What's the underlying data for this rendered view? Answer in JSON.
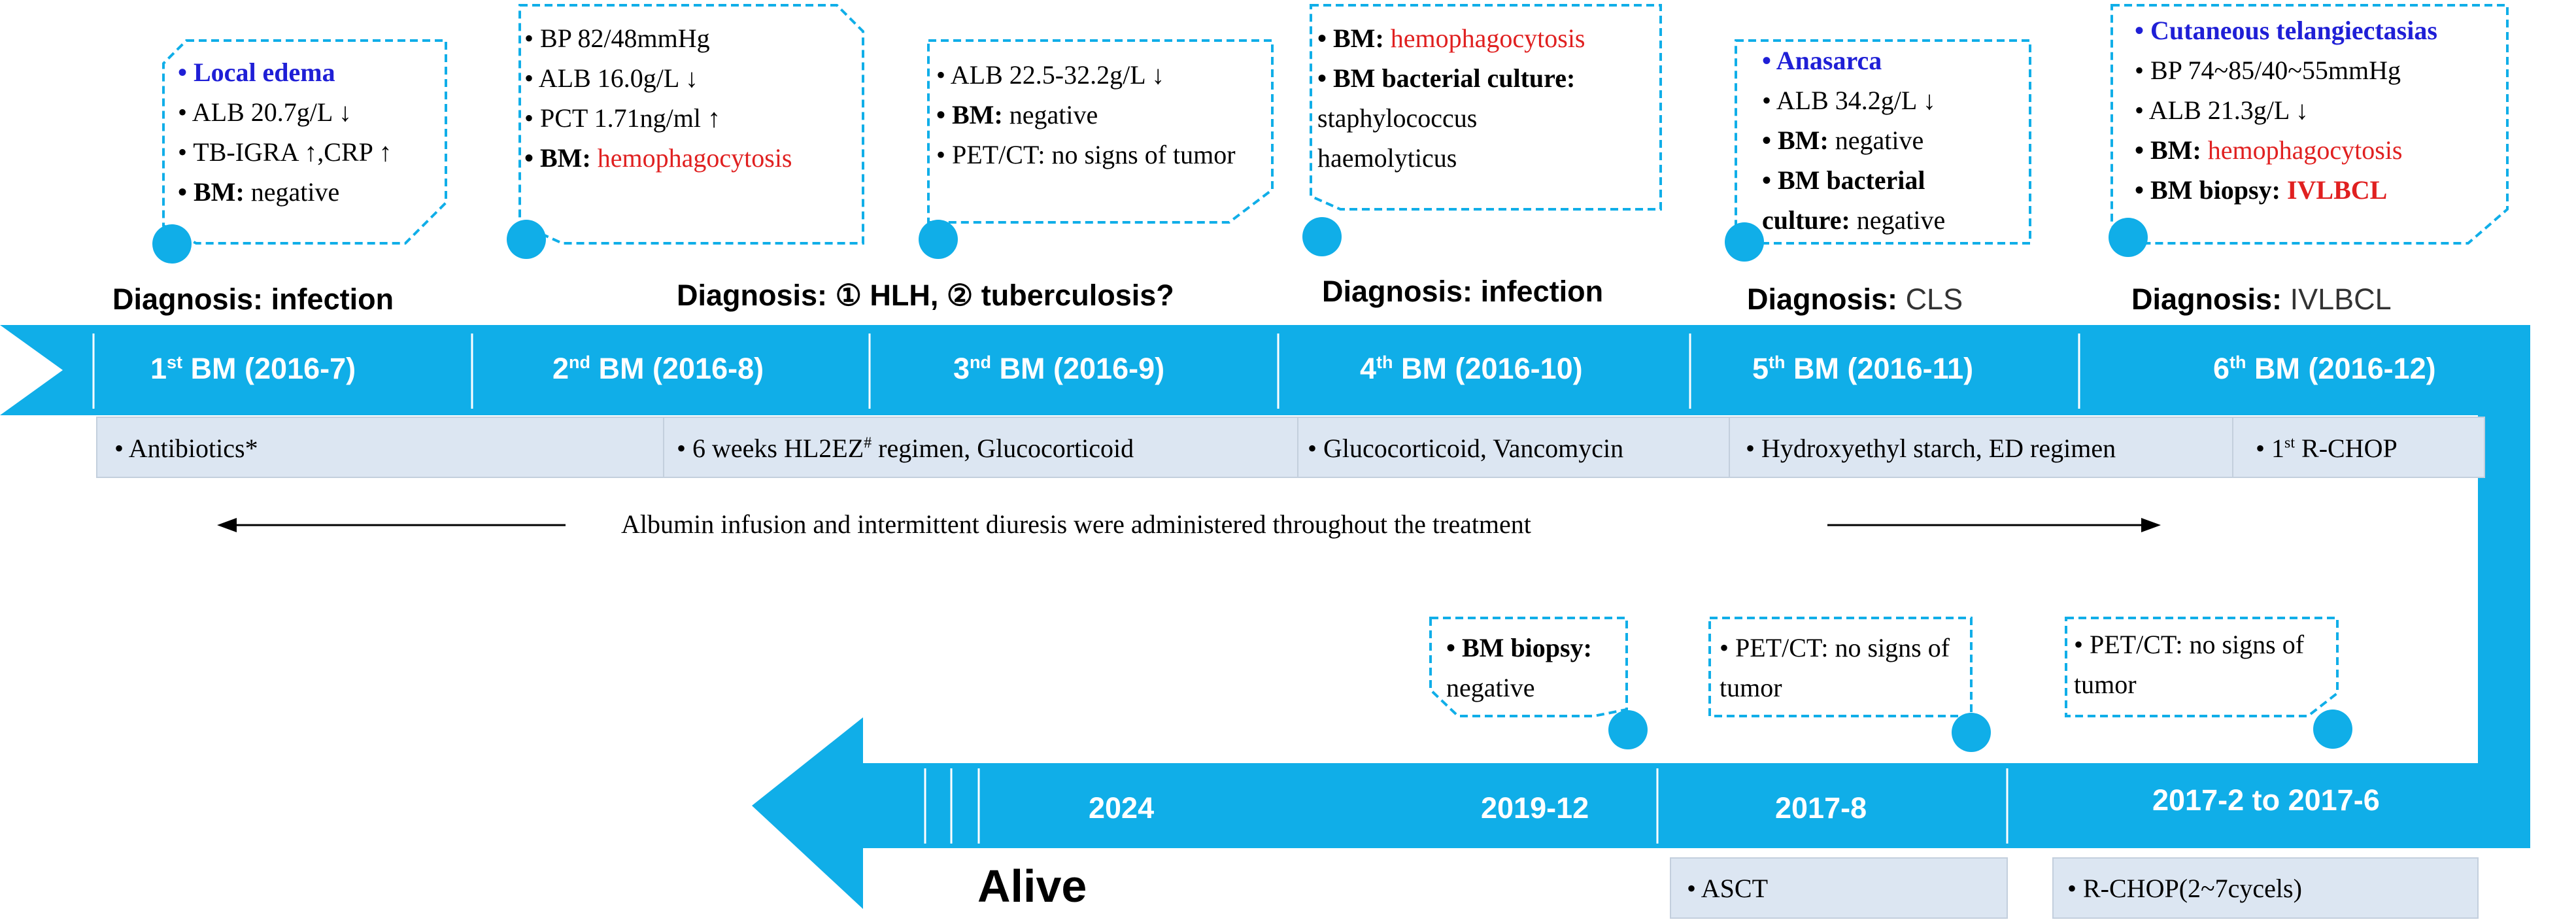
{
  "callouts": {
    "c1": {
      "l1": "• Local edema",
      "l2": "• ALB 20.7g/L ↓",
      "l3": "• TB-IGRA ↑,CRP ↑",
      "l4_label": "• BM:",
      "l4_value": "negative"
    },
    "c2": {
      "l1": "• BP 82/48mmHg",
      "l2": "• ALB 16.0g/L ↓",
      "l3": "• PCT 1.71ng/ml ↑",
      "l4_label": "• BM:",
      "l4_value": "hemophagocytosis"
    },
    "c3": {
      "l1": "• ALB 22.5-32.2g/L ↓",
      "l2_label": "• BM:",
      "l2_value": "negative",
      "l3": "• PET/CT: no signs of tumor"
    },
    "c4": {
      "l1_label": "• BM:",
      "l1_value": "hemophagocytosis",
      "l2_label": "• BM bacterial culture:",
      "l2_value": "staphylococcus haemolyticus"
    },
    "c5": {
      "l1": "• Anasarca",
      "l2": "• ALB 34.2g/L ↓",
      "l3_label": "• BM:",
      "l3_value": "negative",
      "l4_label": "• BM bacterial culture:",
      "l4_value": "negative"
    },
    "c6": {
      "l1": "• Cutaneous telangiectasias",
      "l2": "• BP 74~85/40~55mmHg",
      "l3": "• ALB 21.3g/L ↓",
      "l4_label": "• BM:",
      "l4_value": "hemophagocytosis",
      "l5_label": "• BM biopsy:",
      "l5_value": "IVLBCL"
    },
    "c7": {
      "l1_label": "• BM biopsy:",
      "l1_value": "negative"
    },
    "c8": {
      "l1": "• PET/CT: no signs of tumor"
    },
    "c9": {
      "l1": "• PET/CT: no signs of tumor"
    }
  },
  "diagnoses": {
    "d1_label": "Diagnosis:",
    "d1_value": "infection",
    "d2_label": "Diagnosis:",
    "d2_value": "① HLH, ② tuberculosis?",
    "d3_label": "Diagnosis:",
    "d3_value": "infection",
    "d4_label": "Diagnosis:",
    "d4_value": "CLS",
    "d5_label": "Diagnosis:",
    "d5_value": "IVLBCL"
  },
  "top_timeline": {
    "s1_ord": "1",
    "s1_sup": "st",
    "s1_rest": " BM (2016-7)",
    "s2_ord": "2",
    "s2_sup": "nd",
    "s2_rest": " BM (2016-8)",
    "s3_ord": "3",
    "s3_sup": "nd",
    "s3_rest": " BM (2016-9)",
    "s4_ord": "4",
    "s4_sup": "th",
    "s4_rest": " BM (2016-10)",
    "s5_ord": "5",
    "s5_sup": "th",
    "s5_rest": " BM (2016-11)",
    "s6_ord": "6",
    "s6_sup": "th",
    "s6_rest": " BM (2016-12)"
  },
  "treatments": {
    "t1": "• Antibiotics*",
    "t2_pre": "• 6 weeks HL2EZ",
    "t2_sup": "#",
    "t2_post": " regimen, Glucocorticoid",
    "t3": "• Glucocorticoid, Vancomycin",
    "t4": "• Hydroxyethyl starch, ED regimen",
    "t5_pre": "• 1",
    "t5_sup": "st",
    "t5_post": " R-CHOP",
    "t6": "• ASCT",
    "t7": "• R-CHOP(2~7cycels)"
  },
  "albumin_note": "Albumin infusion and intermittent diuresis were administered throughout the treatment",
  "bottom_timeline": {
    "b1": "2024",
    "b2": "2019-12",
    "b3": "2017-8",
    "b4": "2017-2 to 2017-6"
  },
  "outcome": "Alive",
  "colors": {
    "arrow_blue": "#10aee8",
    "callout_border": "#10aee8",
    "treatment_fill": "#dce6f2",
    "highlight_red": "#e02020",
    "highlight_blue": "#1f1fd6"
  }
}
